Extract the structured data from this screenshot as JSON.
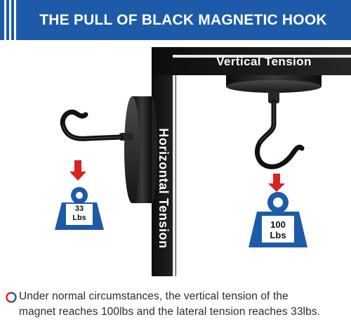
{
  "title": "THE PULL OF BLACK MAGNETIC HOOK",
  "labels": {
    "horizontal": "Horizontal Tension",
    "vertical": "Vertical Tension"
  },
  "weights": {
    "left": {
      "value": "33",
      "unit": "Lbs"
    },
    "right": {
      "value": "100",
      "unit": "Lbs"
    }
  },
  "footer": {
    "icon": "circle-logo-icon",
    "line1": "Under normal circumstances, the vertical tension of the",
    "line2": "magnet reaches 100lbs and the lateral tension reaches 33lbs."
  },
  "colors": {
    "brand_blue": "#1d5aa8",
    "arrow_red": "#d62424",
    "steel_black": "#141414"
  }
}
